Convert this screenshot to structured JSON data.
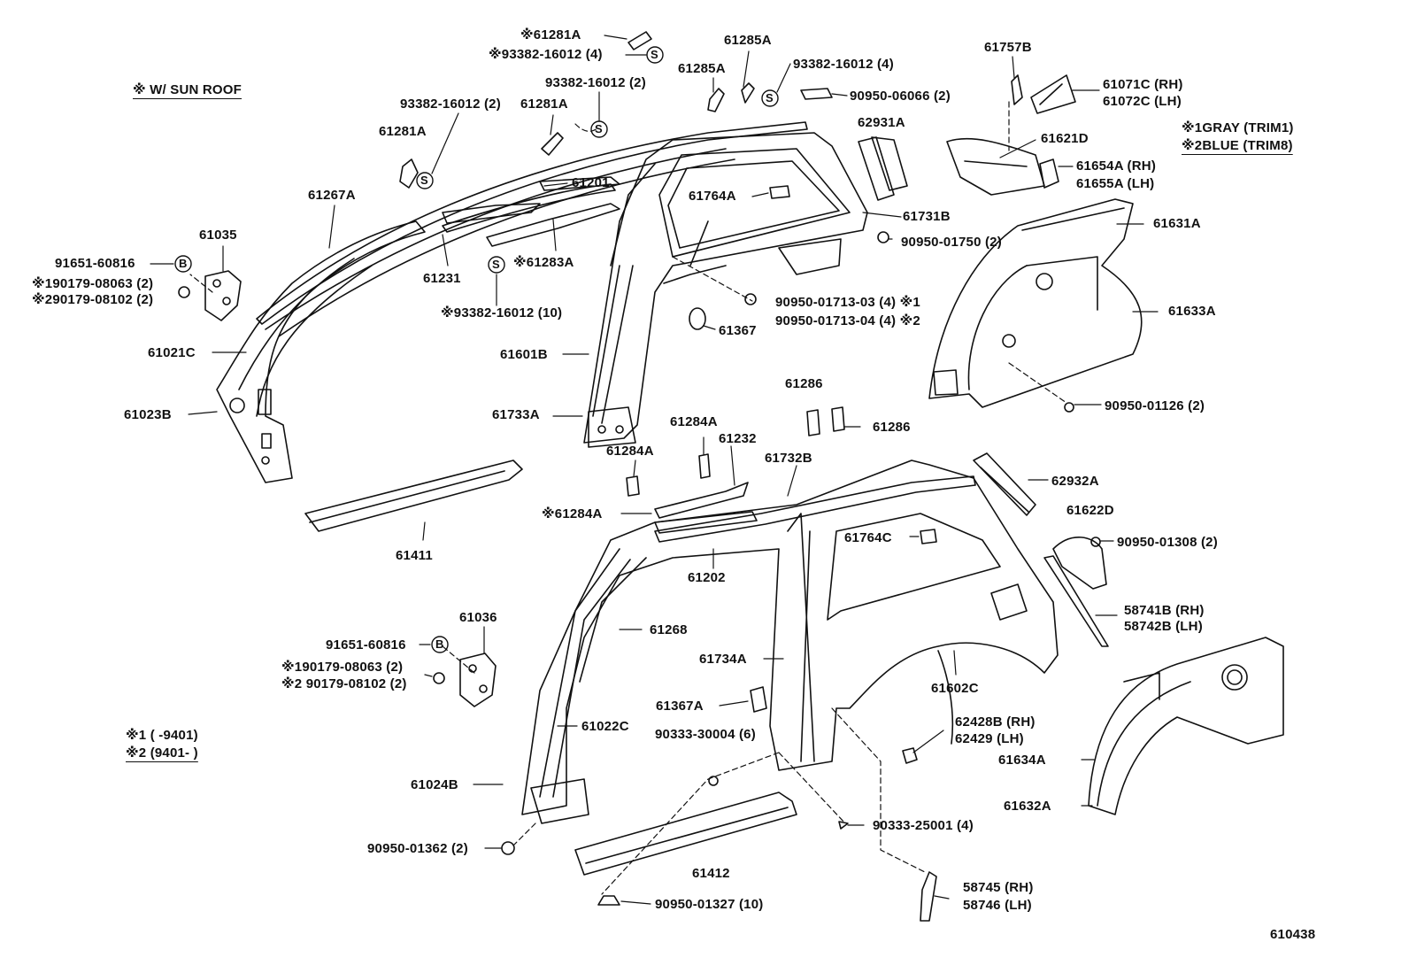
{
  "diagram_id": "610438",
  "notes": {
    "sun_roof": "※ W/ SUN ROOF",
    "trim1": "※1GRAY (TRIM1)",
    "trim2": "※2BLUE (TRIM8)",
    "period1": "※1 (      -9401)",
    "period2": "※2 (9401-       )"
  },
  "labels": [
    {
      "id": "l01",
      "text": "※61281A"
    },
    {
      "id": "l02",
      "text": "※93382-16012 (4)"
    },
    {
      "id": "l03",
      "text": "61285A"
    },
    {
      "id": "l04",
      "text": "61285A"
    },
    {
      "id": "l05",
      "text": "93382-16012 (4)"
    },
    {
      "id": "l06",
      "text": "90950-06066 (2)"
    },
    {
      "id": "l07",
      "text": "61757B"
    },
    {
      "id": "l08",
      "text": "61071C (RH)"
    },
    {
      "id": "l09",
      "text": "61072C (LH)"
    },
    {
      "id": "l10",
      "text": "93382-16012 (2)"
    },
    {
      "id": "l11",
      "text": "93382-16012 (2)"
    },
    {
      "id": "l12",
      "text": "61281A"
    },
    {
      "id": "l13",
      "text": "61281A"
    },
    {
      "id": "l14",
      "text": "62931A"
    },
    {
      "id": "l15",
      "text": "61621D"
    },
    {
      "id": "l16",
      "text": "61654A (RH)"
    },
    {
      "id": "l17",
      "text": "61655A (LH)"
    },
    {
      "id": "l18",
      "text": "61267A"
    },
    {
      "id": "l19",
      "text": "61201"
    },
    {
      "id": "l20",
      "text": "61764A"
    },
    {
      "id": "l21",
      "text": "61731B"
    },
    {
      "id": "l22",
      "text": "61631A"
    },
    {
      "id": "l23",
      "text": "61035"
    },
    {
      "id": "l24",
      "text": "91651-60816"
    },
    {
      "id": "l25",
      "text": "※190179-08063 (2)"
    },
    {
      "id": "l26",
      "text": "※290179-08102 (2)"
    },
    {
      "id": "l27",
      "text": "61231"
    },
    {
      "id": "l28",
      "text": "※61283A"
    },
    {
      "id": "l29",
      "text": "90950-01750 (2)"
    },
    {
      "id": "l30",
      "text": "※93382-16012 (10)"
    },
    {
      "id": "l31",
      "text": "90950-01713-03 (4) ※1"
    },
    {
      "id": "l32",
      "text": "90950-01713-04 (4) ※2"
    },
    {
      "id": "l33",
      "text": "61633A"
    },
    {
      "id": "l34",
      "text": "61367"
    },
    {
      "id": "l35",
      "text": "61021C"
    },
    {
      "id": "l36",
      "text": "61601B"
    },
    {
      "id": "l37",
      "text": "61023B"
    },
    {
      "id": "l38",
      "text": "61733A"
    },
    {
      "id": "l39",
      "text": "61286"
    },
    {
      "id": "l40",
      "text": "61286"
    },
    {
      "id": "l41",
      "text": "90950-01126 (2)"
    },
    {
      "id": "l42",
      "text": "61284A"
    },
    {
      "id": "l43",
      "text": "61232"
    },
    {
      "id": "l44",
      "text": "61284A"
    },
    {
      "id": "l45",
      "text": "61732B"
    },
    {
      "id": "l46",
      "text": "62932A"
    },
    {
      "id": "l47",
      "text": "61622D"
    },
    {
      "id": "l48",
      "text": "※61284A"
    },
    {
      "id": "l49",
      "text": "90950-01308 (2)"
    },
    {
      "id": "l50",
      "text": "61411"
    },
    {
      "id": "l51",
      "text": "61764C"
    },
    {
      "id": "l52",
      "text": "61202"
    },
    {
      "id": "l53",
      "text": "58741B (RH)"
    },
    {
      "id": "l54",
      "text": "58742B (LH)"
    },
    {
      "id": "l55",
      "text": "61036"
    },
    {
      "id": "l56",
      "text": "61268"
    },
    {
      "id": "l57",
      "text": "91651-60816"
    },
    {
      "id": "l58",
      "text": "61734A"
    },
    {
      "id": "l59",
      "text": "※190179-08063 (2)"
    },
    {
      "id": "l60",
      "text": "※2 90179-08102 (2)"
    },
    {
      "id": "l61",
      "text": "61602C"
    },
    {
      "id": "l62",
      "text": "61367A"
    },
    {
      "id": "l63",
      "text": "61022C"
    },
    {
      "id": "l64",
      "text": "62428B (RH)"
    },
    {
      "id": "l65",
      "text": "62429   (LH)"
    },
    {
      "id": "l66",
      "text": "90333-30004 (6)"
    },
    {
      "id": "l67",
      "text": "61634A"
    },
    {
      "id": "l68",
      "text": "61024B"
    },
    {
      "id": "l69",
      "text": "61632A"
    },
    {
      "id": "l70",
      "text": "90333-25001 (4)"
    },
    {
      "id": "l71",
      "text": "90950-01362 (2)"
    },
    {
      "id": "l72",
      "text": "61412"
    },
    {
      "id": "l73",
      "text": "58745 (RH)"
    },
    {
      "id": "l74",
      "text": "58746 (LH)"
    },
    {
      "id": "l75",
      "text": "90950-01327 (10)"
    }
  ],
  "markers": {
    "screw": "S",
    "bolt": "B"
  }
}
